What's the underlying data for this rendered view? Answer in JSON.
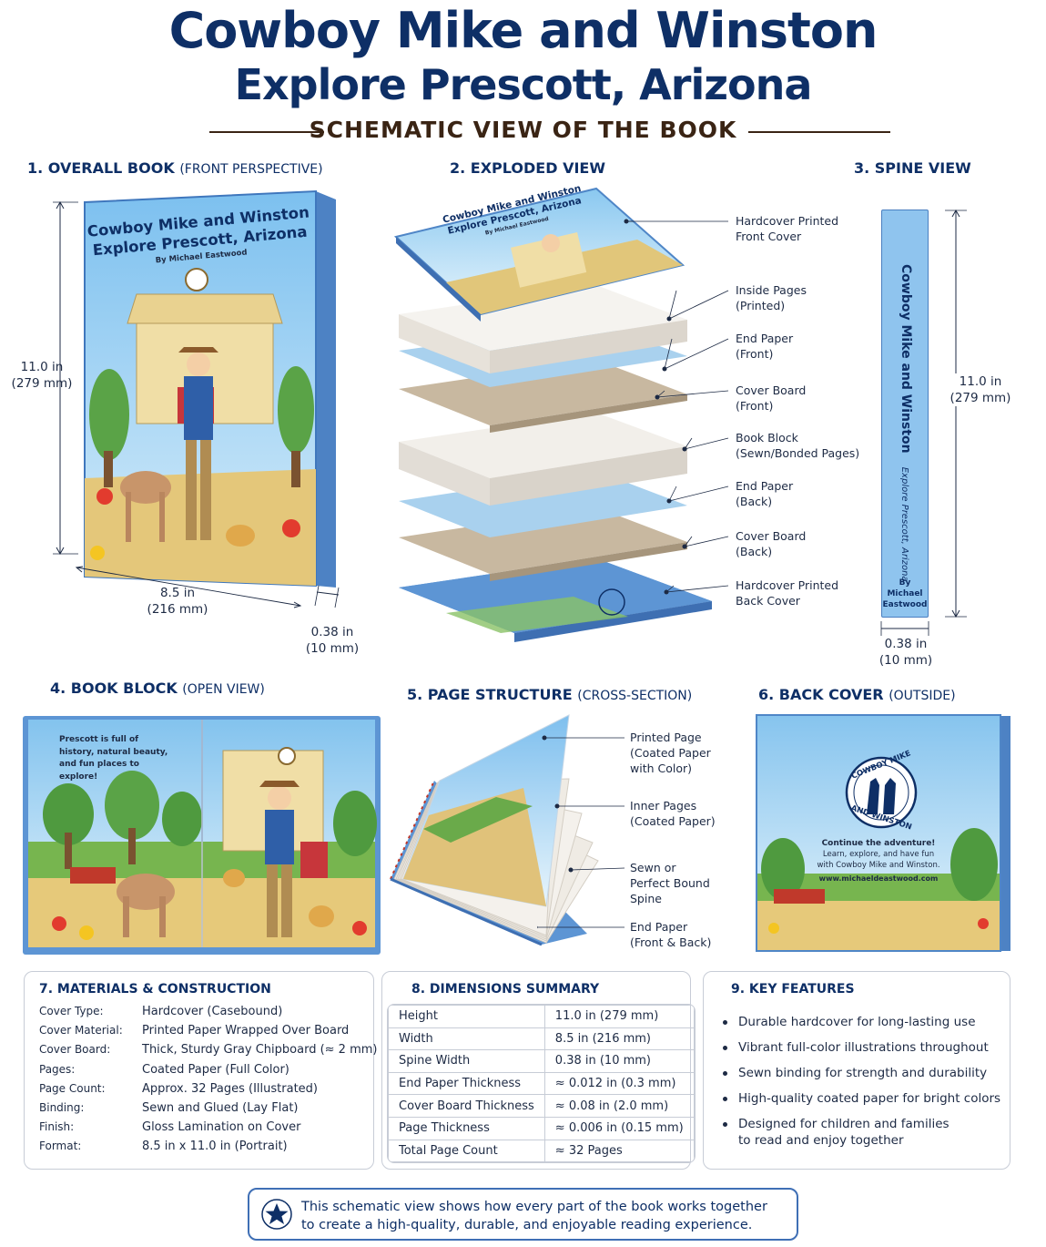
{
  "header": {
    "title_line1": "Cowboy Mike and Winston",
    "title_line2": "Explore Prescott, Arizona",
    "subtitle": "SCHEMATIC VIEW OF THE BOOK"
  },
  "sections": {
    "overall": {
      "title": "1. OVERALL BOOK",
      "sub": "(FRONT PERSPECTIVE)"
    },
    "exploded": {
      "title": "2. EXPLODED VIEW"
    },
    "spine": {
      "title": "3. SPINE VIEW"
    },
    "block": {
      "title": "4. BOOK BLOCK",
      "sub": "(OPEN VIEW)"
    },
    "structure": {
      "title": "5. PAGE STRUCTURE",
      "sub": "(CROSS-SECTION)"
    },
    "back": {
      "title": "6. BACK COVER",
      "sub": "(OUTSIDE)"
    }
  },
  "cover": {
    "title_line1": "Cowboy Mike and Winston",
    "title_line2": "Explore Prescott, Arizona",
    "author": "By Michael Eastwood"
  },
  "dimensions": {
    "height": "11.0 in",
    "height_mm": "(279 mm)",
    "width": "8.5 in",
    "width_mm": "(216 mm)",
    "thickness": "0.38 in",
    "thickness_mm": "(10 mm)"
  },
  "exploded_labels": [
    "Hardcover Printed|Front Cover",
    "Inside Pages|(Printed)",
    "End Paper|(Front)",
    "Cover Board|(Front)",
    "Book Block|(Sewn/Bonded Pages)",
    "End Paper|(Back)",
    "Cover Board|(Back)",
    "Hardcover Printed|Back Cover"
  ],
  "spine_view": {
    "title": "Cowboy Mike and Winston",
    "subtitle": "Explore Prescott, Arizona",
    "author": "By|Michael|Eastwood"
  },
  "open_book": {
    "caption": "Prescott is full of|history, natural beauty,|and fun places to|explore!"
  },
  "structure_labels": [
    "Printed Page|(Coated Paper|with Color)",
    "Inner Pages|(Coated Paper)",
    "Sewn or|Perfect Bound|Spine",
    "End Paper|(Front & Back)"
  ],
  "back_cover": {
    "logo_top": "COWBOY MIKE",
    "logo_bottom": "AND WINSTON",
    "tagline": "Continue the adventure!",
    "blurb": "Learn, explore, and have fun|with Cowboy Mike and Winston.",
    "url": "www.michaeldeastwood.com"
  },
  "materials": {
    "title": "7. MATERIALS & CONSTRUCTION",
    "rows": [
      {
        "k": "Cover Type:",
        "v": "Hardcover (Casebound)"
      },
      {
        "k": "Cover Material:",
        "v": "Printed Paper Wrapped Over Board"
      },
      {
        "k": "Cover Board:",
        "v": "Thick, Sturdy Gray Chipboard (≈ 2 mm)"
      },
      {
        "k": "Pages:",
        "v": "Coated Paper (Full Color)"
      },
      {
        "k": "Page Count:",
        "v": "Approx. 32 Pages (Illustrated)"
      },
      {
        "k": "Binding:",
        "v": "Sewn and Glued (Lay Flat)"
      },
      {
        "k": "Finish:",
        "v": "Gloss Lamination on Cover"
      },
      {
        "k": "Format:",
        "v": "8.5 in x 11.0 in (Portrait)"
      }
    ]
  },
  "dimensions_summary": {
    "title": "8. DIMENSIONS SUMMARY",
    "rows": [
      {
        "k": "Height",
        "v": "11.0 in (279 mm)"
      },
      {
        "k": "Width",
        "v": "8.5 in (216 mm)"
      },
      {
        "k": "Spine Width",
        "v": "0.38 in (10 mm)"
      },
      {
        "k": "End Paper Thickness",
        "v": "≈ 0.012 in (0.3 mm)"
      },
      {
        "k": "Cover Board Thickness",
        "v": "≈ 0.08 in (2.0 mm)"
      },
      {
        "k": "Page Thickness",
        "v": "≈ 0.006 in (0.15 mm)"
      },
      {
        "k": "Total Page Count",
        "v": "≈ 32 Pages"
      }
    ]
  },
  "features": {
    "title": "9. KEY FEATURES",
    "items": [
      "Durable hardcover for long-lasting use",
      "Vibrant full-color illustrations throughout",
      "Sewn binding for strength and durability",
      "High-quality coated paper for bright colors",
      "Designed for children and families|to read and enjoy together"
    ]
  },
  "footer": {
    "text": "This schematic view shows how every part of the book works together|to create a high-quality, durable, and enjoyable reading experience."
  },
  "colors": {
    "navy": "#0e2f66",
    "brown": "#3a2414",
    "sky": "#8ec6ee",
    "cover_blue": "#5b94d6"
  }
}
